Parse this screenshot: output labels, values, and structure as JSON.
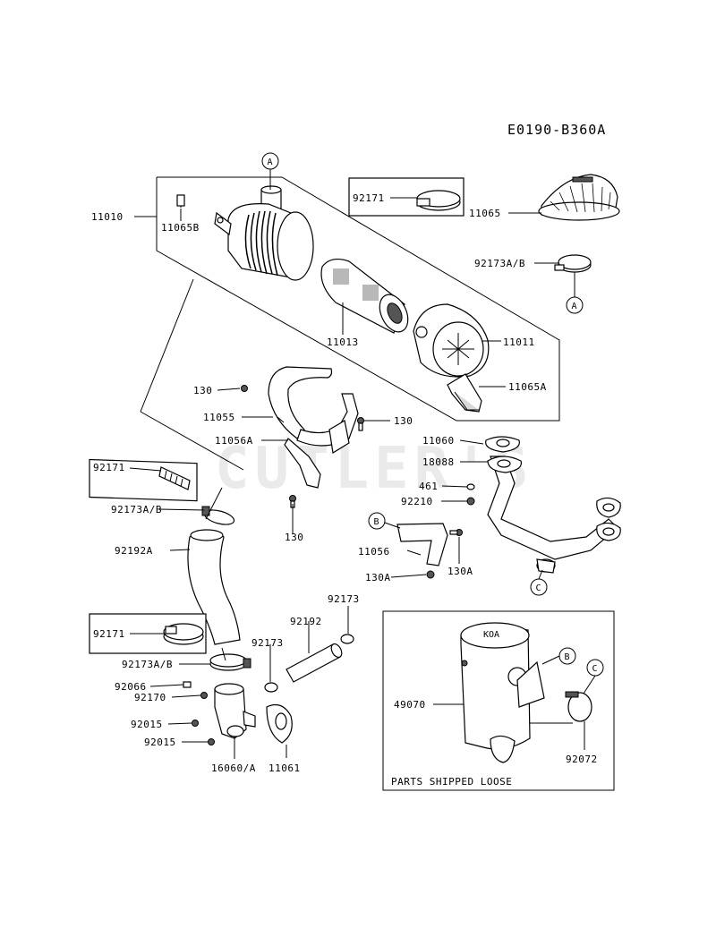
{
  "diagram_code": "E0190-B360A",
  "watermark": "CUTLER'S",
  "box_note": "PARTS SHIPPED LOOSE",
  "refs": {
    "a": "A",
    "b": "B",
    "c": "C"
  },
  "labels": {
    "p11010": "11010",
    "p11065B": "11065B",
    "p92171_top": "92171",
    "p11065": "11065",
    "p92173AB_top": "92173A/B",
    "p11013": "11013",
    "p11011": "11011",
    "p11065A": "11065A",
    "p130_a": "130",
    "p11055": "11055",
    "p130_b": "130",
    "p11056A": "11056A",
    "p130_c": "130",
    "p11060": "11060",
    "p18088": "18088",
    "p461": "461",
    "p92210": "92210",
    "p92171_mid": "92171",
    "p92173AB_mid": "92173A/B",
    "p92192A": "92192A",
    "p11056": "11056",
    "p130A_left": "130A",
    "p130A_right": "130A",
    "p92173_right": "92173",
    "p92192": "92192",
    "p92173_left": "92173",
    "p92171_bot": "92171",
    "p92173AB_bot": "92173A/B",
    "p92066": "92066",
    "p92170": "92170",
    "p92015_a": "92015",
    "p92015_b": "92015",
    "p16060A": "16060/A",
    "p11061": "11061",
    "p49070": "49070",
    "p92072": "92072"
  }
}
